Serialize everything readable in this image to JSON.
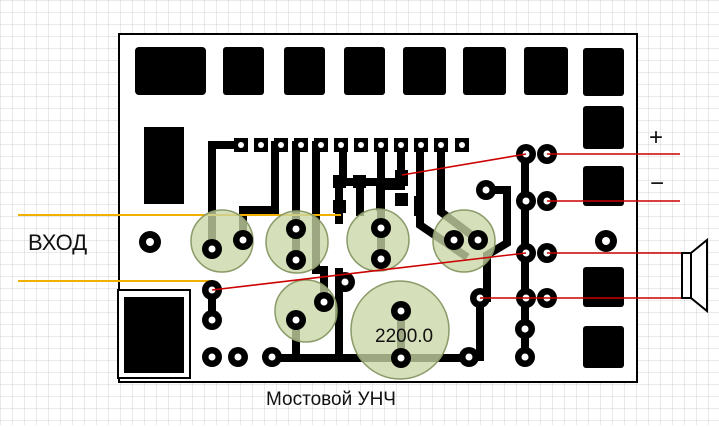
{
  "labels": {
    "input": "ВХОД",
    "title": "Мостовой УНЧ",
    "plus": "+",
    "minus": "−",
    "capacitor": "2200.0"
  },
  "colors": {
    "board": "#000000",
    "paper": "#ffffff",
    "grid": "#c8c8c8",
    "input_wire": "#f2b000",
    "power_wire": "#cc0000",
    "component_fill": "#c9d6a6",
    "component_stroke": "#8a9a68"
  },
  "icons": {
    "speaker": "speaker-icon"
  }
}
